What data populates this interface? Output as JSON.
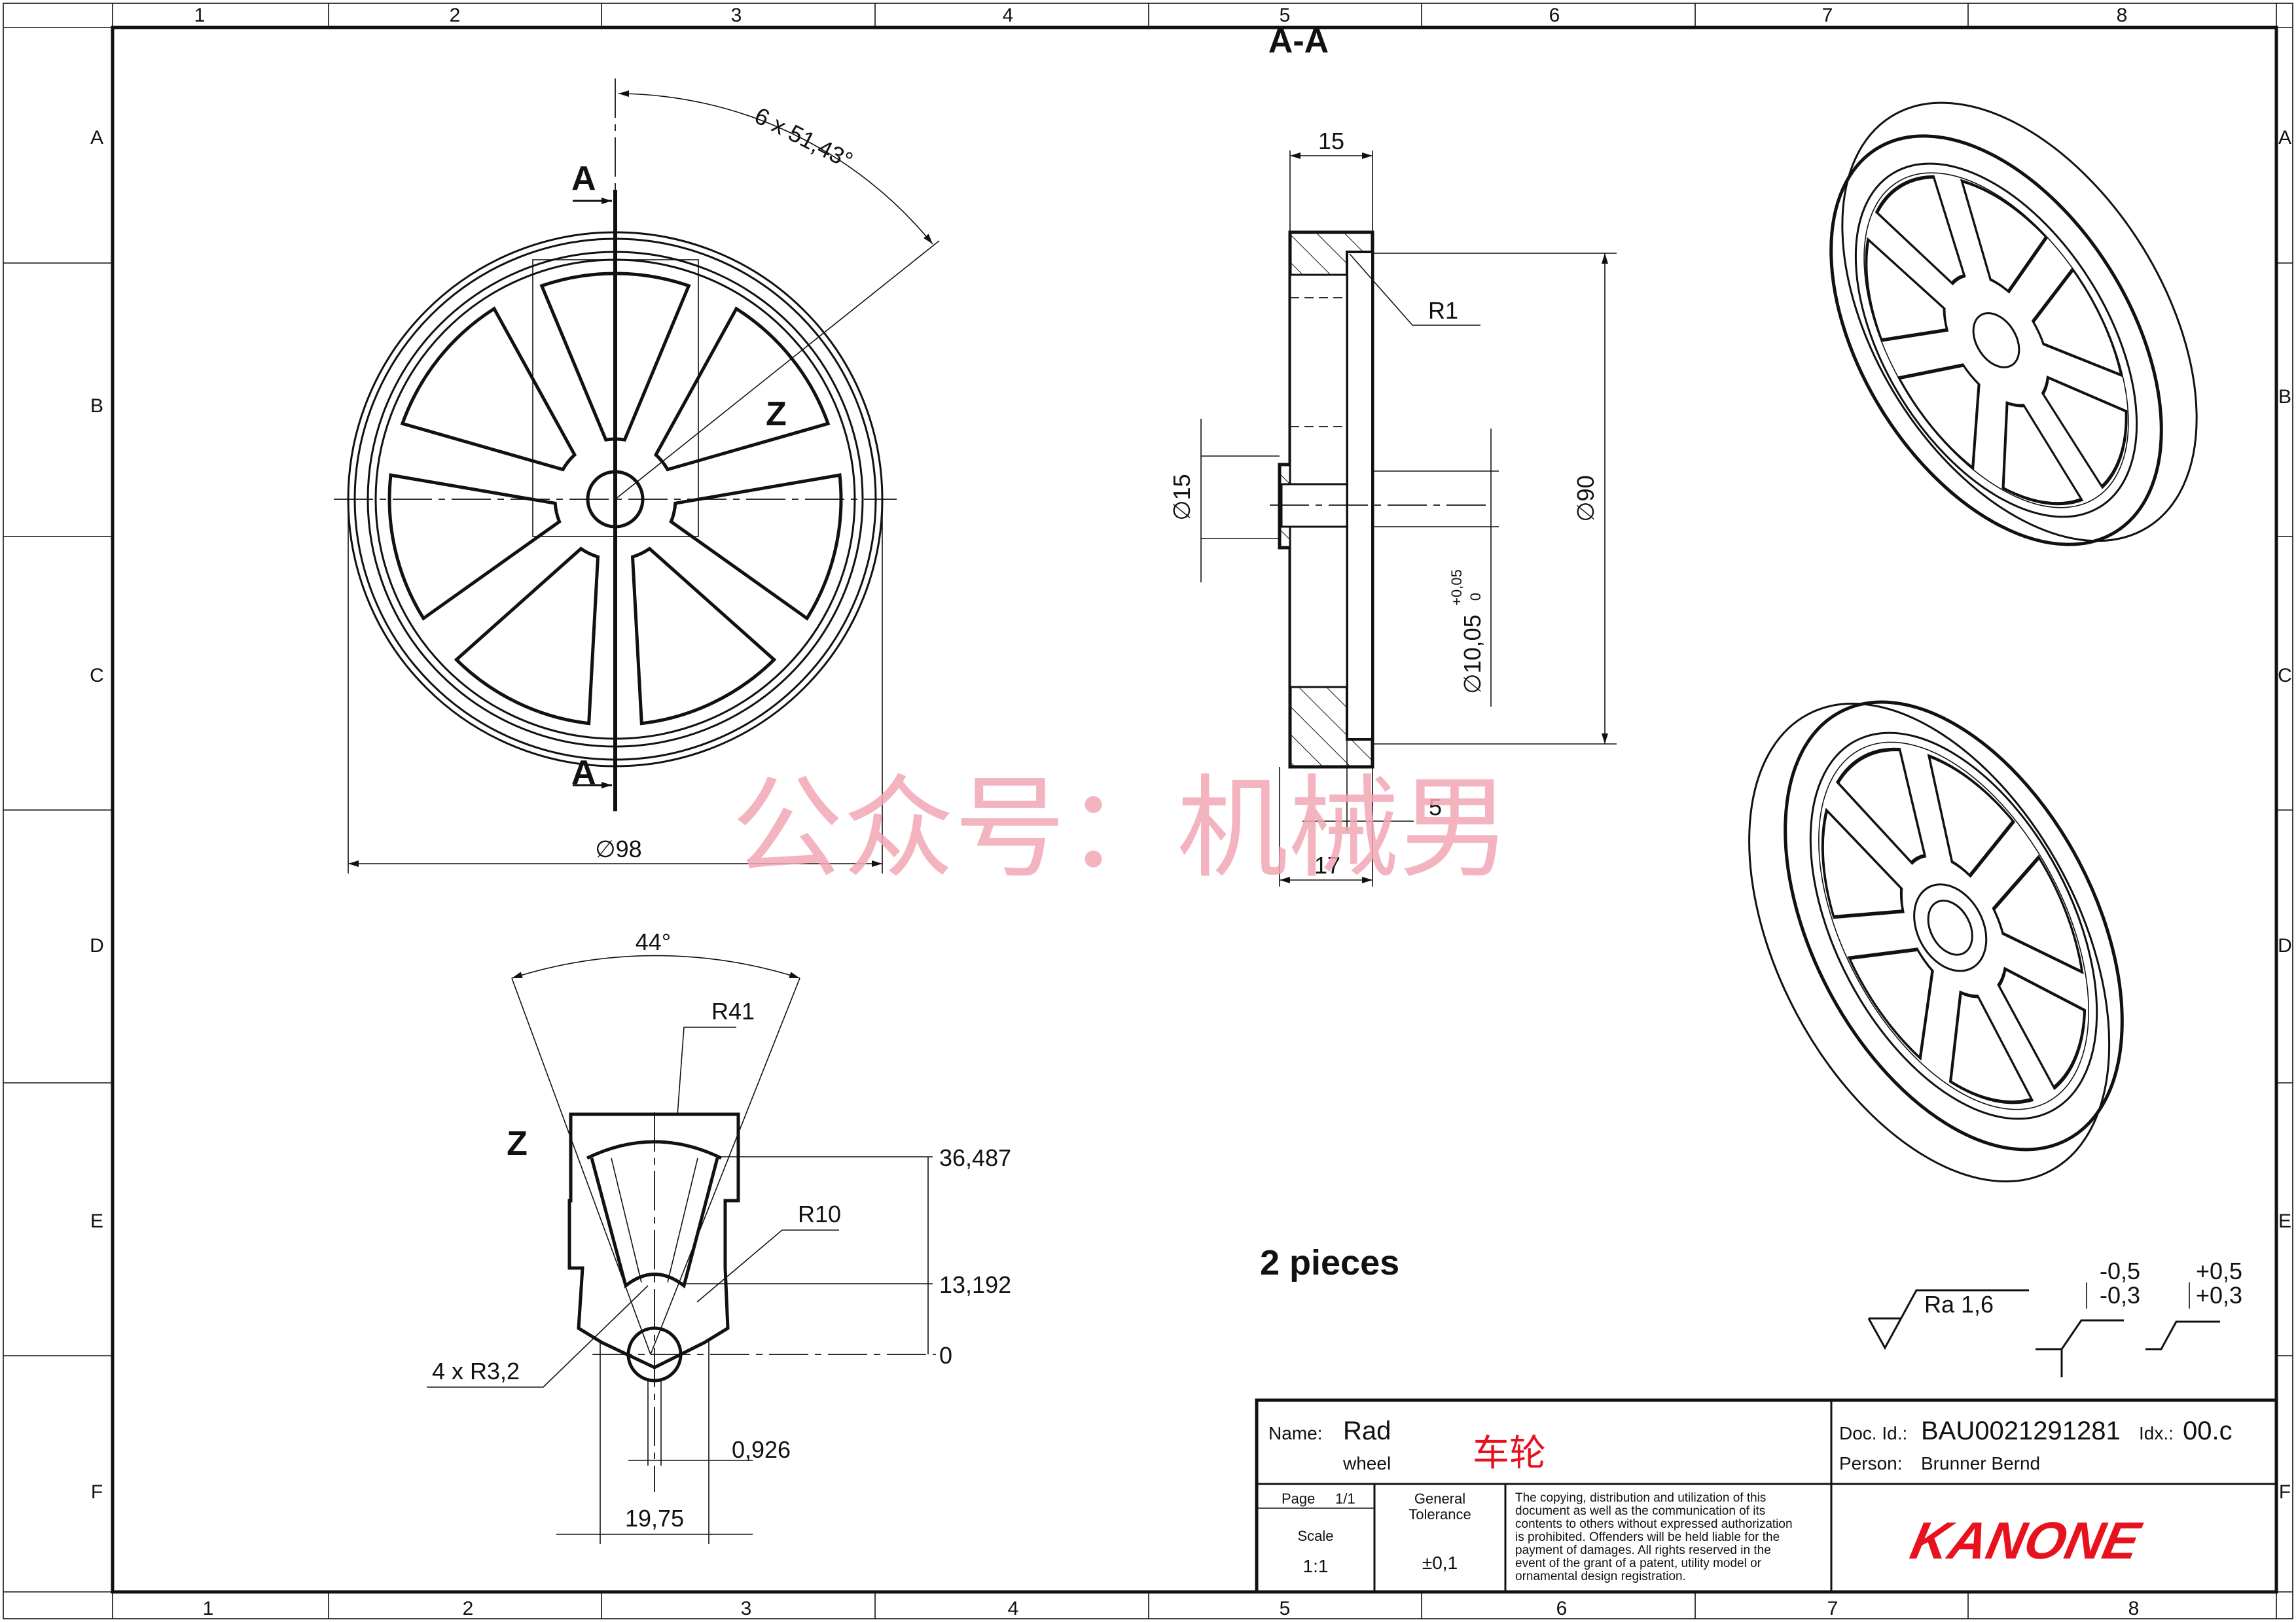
{
  "zones": {
    "columns": [
      "1",
      "2",
      "3",
      "4",
      "5",
      "6",
      "7",
      "8"
    ],
    "rows": [
      "A",
      "B",
      "C",
      "D",
      "E",
      "F"
    ]
  },
  "views": {
    "section_title": "A-A",
    "section_marker": "A",
    "detail_marker": "Z"
  },
  "dimensions": {
    "front_angle": "6 x 51,43°",
    "front_diameter": "∅98",
    "sec_width_top": "15",
    "sec_r1": "R1",
    "sec_d15": "∅15",
    "sec_d90": "∅90",
    "sec_bore": "∅10,05",
    "sec_bore_upper": "+0,05",
    "sec_bore_lower": "0",
    "sec_5": "5",
    "sec_17": "17",
    "z_angle": "44°",
    "z_r41": "R41",
    "z_r10": "R10",
    "z_r32": "4 x R3,2",
    "z_y1": "36,487",
    "z_y2": "13,192",
    "z_y0": "0",
    "z_w1": "0,926",
    "z_w2": "19,75"
  },
  "notes": {
    "quantity": "2 pieces",
    "roughness": "Ra 1,6",
    "tol_neg_upper": "-0,5",
    "tol_neg_lower": "-0,3",
    "tol_pos_upper": "+0,5",
    "tol_pos_lower": "+0,3"
  },
  "watermark": "公众号：机械男",
  "title_block": {
    "name_label": "Name:",
    "name_value": "Rad",
    "name_sub": "wheel",
    "name_cn": "车轮",
    "doc_label": "Doc. Id.:",
    "doc_value": "BAU0021291281",
    "idx_label": "Idx.:",
    "idx_value": "00.c",
    "person_label": "Person:",
    "person_value": "Brunner Bernd",
    "page_label": "Page",
    "page_value": "1/1",
    "scale_label": "Scale",
    "scale_value": "1:1",
    "tol_label_1": "General",
    "tol_label_2": "Tolerance",
    "tol_value": "±0,1",
    "copyright_lines": [
      "The copying, distribution and utilization of this",
      "document as well as the communication of its",
      "contents to others without expressed authorization",
      "is prohibited. Offenders will be held liable for the",
      "payment of damages. All rights reserved in the",
      "event of the grant of a patent, utility model or",
      "ornamental design registration."
    ],
    "logo": "KANONE"
  },
  "colors": {
    "ink": "#111111",
    "watermark": "#f2a7b4",
    "accent_red": "#e8121e"
  }
}
